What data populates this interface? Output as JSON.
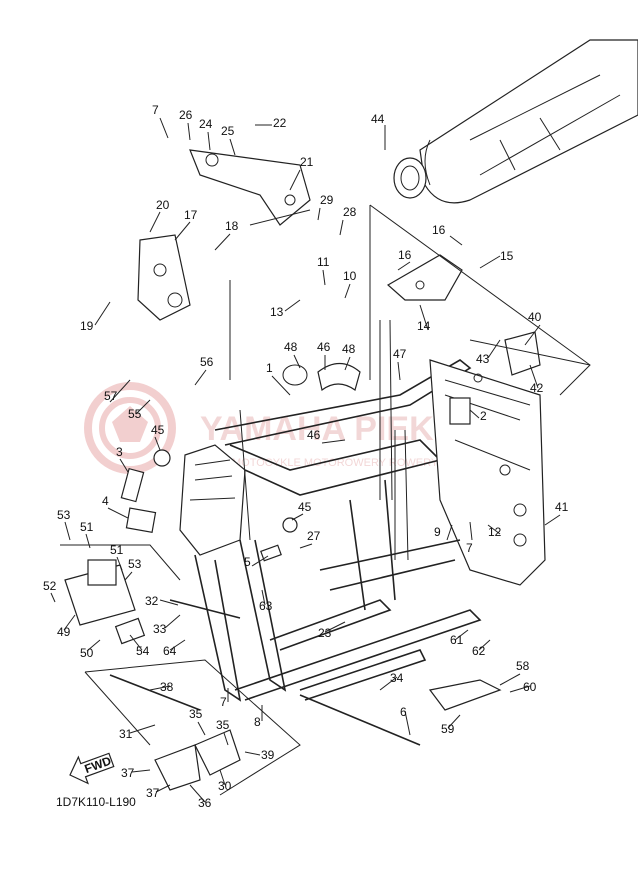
{
  "diagram": {
    "code": "1D7K110-L190",
    "fwd_label": "FWD",
    "watermark": {
      "brand": "YAMAHA PIEKUT",
      "sub": "MOTOCYKLE MOTOROWERY ROWERY YAMAHA",
      "color": "#e9b7b7"
    },
    "callouts": [
      {
        "id": "1",
        "text": "1"
      },
      {
        "id": "2",
        "text": "2"
      },
      {
        "id": "3",
        "text": "3"
      },
      {
        "id": "4",
        "text": "4"
      },
      {
        "id": "5",
        "text": "5"
      },
      {
        "id": "6",
        "text": "6"
      },
      {
        "id": "7a",
        "text": "7"
      },
      {
        "id": "7b",
        "text": "7"
      },
      {
        "id": "7c",
        "text": "7"
      },
      {
        "id": "8",
        "text": "8"
      },
      {
        "id": "9",
        "text": "9"
      },
      {
        "id": "10",
        "text": "10"
      },
      {
        "id": "11",
        "text": "11"
      },
      {
        "id": "12",
        "text": "12"
      },
      {
        "id": "13",
        "text": "13"
      },
      {
        "id": "14",
        "text": "14"
      },
      {
        "id": "15",
        "text": "15"
      },
      {
        "id": "16a",
        "text": "16"
      },
      {
        "id": "16b",
        "text": "16"
      },
      {
        "id": "17",
        "text": "17"
      },
      {
        "id": "18",
        "text": "18"
      },
      {
        "id": "19",
        "text": "19"
      },
      {
        "id": "20",
        "text": "20"
      },
      {
        "id": "21",
        "text": "21"
      },
      {
        "id": "22",
        "text": "22"
      },
      {
        "id": "23",
        "text": "23"
      },
      {
        "id": "24",
        "text": "24"
      },
      {
        "id": "25",
        "text": "25"
      },
      {
        "id": "26",
        "text": "26"
      },
      {
        "id": "27",
        "text": "27"
      },
      {
        "id": "28",
        "text": "28"
      },
      {
        "id": "29",
        "text": "29"
      },
      {
        "id": "30",
        "text": "30"
      },
      {
        "id": "31",
        "text": "31"
      },
      {
        "id": "32",
        "text": "32"
      },
      {
        "id": "33",
        "text": "33"
      },
      {
        "id": "34",
        "text": "34"
      },
      {
        "id": "35a",
        "text": "35"
      },
      {
        "id": "35b",
        "text": "35"
      },
      {
        "id": "36",
        "text": "36"
      },
      {
        "id": "37a",
        "text": "37"
      },
      {
        "id": "37b",
        "text": "37"
      },
      {
        "id": "38",
        "text": "38"
      },
      {
        "id": "39",
        "text": "39"
      },
      {
        "id": "40",
        "text": "40"
      },
      {
        "id": "41",
        "text": "41"
      },
      {
        "id": "42",
        "text": "42"
      },
      {
        "id": "43",
        "text": "43"
      },
      {
        "id": "44",
        "text": "44"
      },
      {
        "id": "45a",
        "text": "45"
      },
      {
        "id": "45b",
        "text": "45"
      },
      {
        "id": "46a",
        "text": "46"
      },
      {
        "id": "46b",
        "text": "46"
      },
      {
        "id": "47",
        "text": "47"
      },
      {
        "id": "48a",
        "text": "48"
      },
      {
        "id": "48b",
        "text": "48"
      },
      {
        "id": "49",
        "text": "49"
      },
      {
        "id": "50",
        "text": "50"
      },
      {
        "id": "51a",
        "text": "51"
      },
      {
        "id": "51b",
        "text": "51"
      },
      {
        "id": "52",
        "text": "52"
      },
      {
        "id": "53a",
        "text": "53"
      },
      {
        "id": "53b",
        "text": "53"
      },
      {
        "id": "54",
        "text": "54"
      },
      {
        "id": "55",
        "text": "55"
      },
      {
        "id": "56",
        "text": "56"
      },
      {
        "id": "57",
        "text": "57"
      },
      {
        "id": "58",
        "text": "58"
      },
      {
        "id": "59",
        "text": "59"
      },
      {
        "id": "60",
        "text": "60"
      },
      {
        "id": "61",
        "text": "61"
      },
      {
        "id": "62",
        "text": "62"
      },
      {
        "id": "63",
        "text": "63"
      },
      {
        "id": "64",
        "text": "64"
      }
    ]
  }
}
